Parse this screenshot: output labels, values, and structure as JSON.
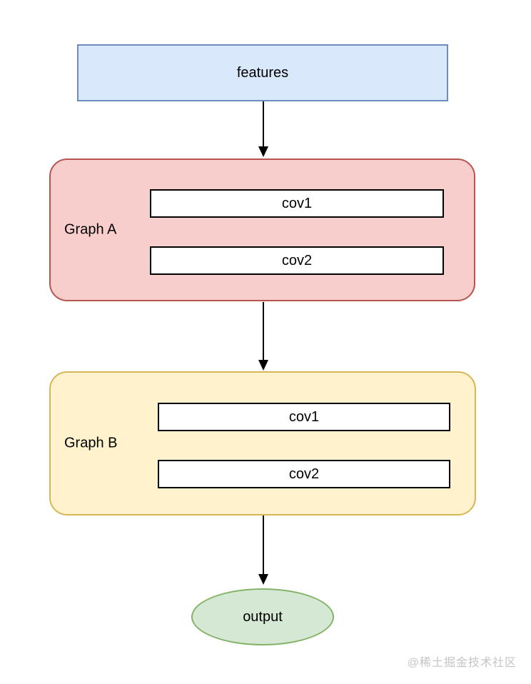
{
  "diagram": {
    "nodes": {
      "features": {
        "label": "features",
        "fill": "#dae8fc",
        "border": "#6c8ebf",
        "shape": "rectangle"
      },
      "graph_a": {
        "label": "Graph A",
        "fill": "#f8cecc",
        "border": "#b85450",
        "shape": "rounded-rectangle",
        "children": [
          {
            "label": "cov1",
            "fill": "#ffffff",
            "border": "#000000"
          },
          {
            "label": "cov2",
            "fill": "#ffffff",
            "border": "#000000"
          }
        ]
      },
      "graph_b": {
        "label": "Graph B",
        "fill": "#fff2cc",
        "border": "#d6b656",
        "shape": "rounded-rectangle",
        "children": [
          {
            "label": "cov1",
            "fill": "#ffffff",
            "border": "#000000"
          },
          {
            "label": "cov2",
            "fill": "#ffffff",
            "border": "#000000"
          }
        ]
      },
      "output": {
        "label": "output",
        "fill": "#d5e8d4",
        "border": "#82b366",
        "shape": "ellipse"
      }
    },
    "edges": [
      {
        "from": "features",
        "to": "graph_a",
        "arrow_color": "#000000"
      },
      {
        "from": "graph_a",
        "to": "graph_b",
        "arrow_color": "#000000"
      },
      {
        "from": "graph_b",
        "to": "output",
        "arrow_color": "#000000"
      }
    ],
    "watermark": "@稀土掘金技术社区"
  }
}
